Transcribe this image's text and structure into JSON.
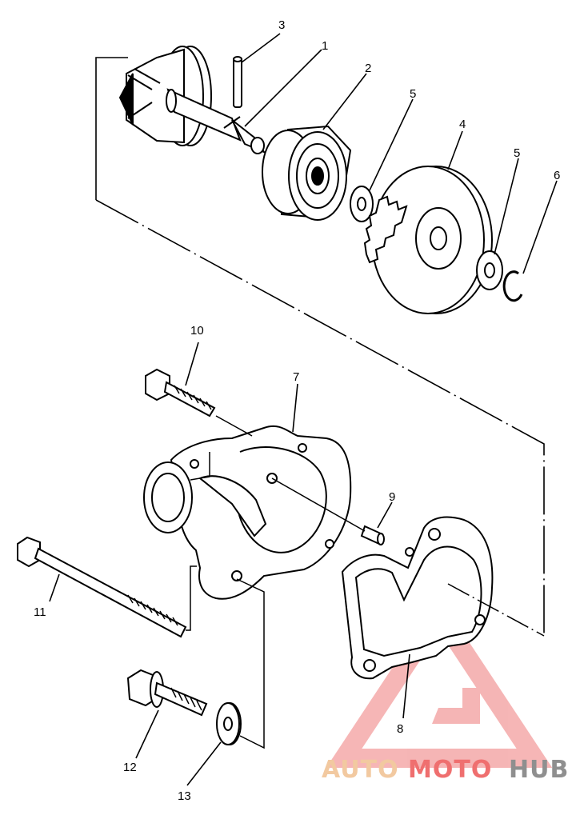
{
  "diagram": {
    "callouts": [
      "1",
      "2",
      "3",
      "4",
      "5",
      "5",
      "6",
      "7",
      "8",
      "9",
      "10",
      "11",
      "12",
      "13"
    ]
  },
  "watermark": {
    "part1": "AUTO",
    "part2": "MOTO",
    "part3": "HUB",
    "colors": {
      "auto": "#f2c9a0",
      "moto": "#ef6f6f",
      "hub": "#8f8f8f",
      "logo": "#ee7a7a"
    }
  }
}
